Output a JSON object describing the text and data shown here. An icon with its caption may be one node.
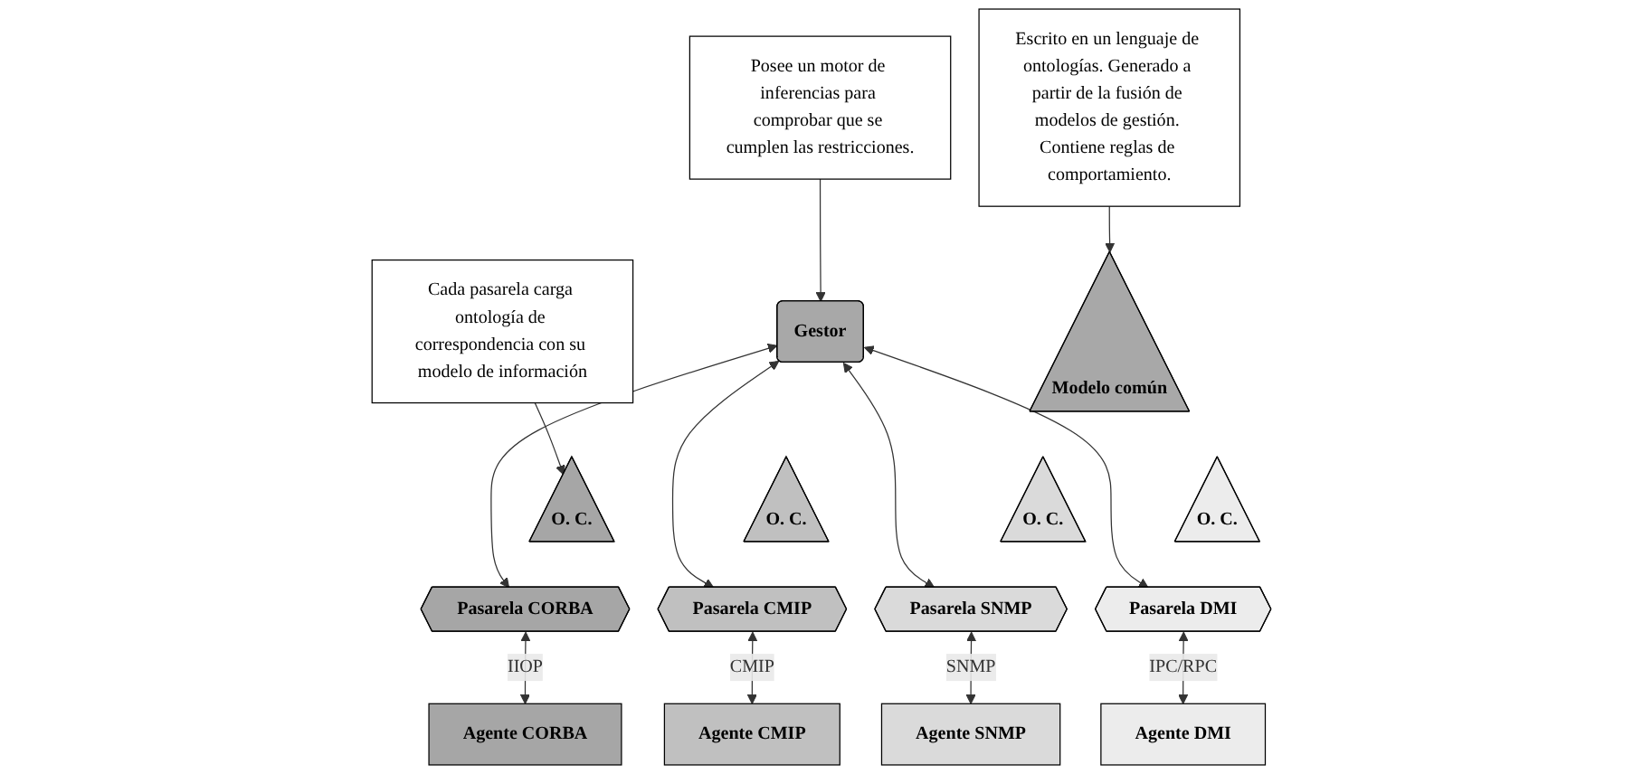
{
  "diagram": {
    "nodes": [
      {
        "text": [
          "Cada pasarela carga ontología de correspondencia con su modelo de información"
        ]
      },
      {
        "text": [
          "Posee un motor de inferencias para comprobar que se cumplen las restricciones."
        ]
      },
      {
        "text": [
          "Gestor"
        ]
      },
      {
        "text": [
          "Modelo común"
        ]
      },
      {
        "text": [
          "Escrito en un lenguaje de ontologías. Generado a partir de la fusión de modelos de gestión. Contiene reglas de comportamiento."
        ]
      },
      {
        "text": [
          "O. C."
        ]
      },
      {
        "text": [
          "Pasarela CORBA"
        ]
      },
      {
        "text": [
          "Agente CORBA"
        ]
      },
      {
        "text": [
          "O. C."
        ]
      },
      {
        "text": [
          "Pasarela CMIP"
        ]
      },
      {
        "text": [
          "Agente CMIP"
        ]
      },
      {
        "text": [
          "O. C."
        ]
      },
      {
        "text": [
          "Pasarela SNMP"
        ]
      },
      {
        "text": [
          "Agente SNMP"
        ]
      },
      {
        "text": [
          "O. C."
        ]
      },
      {
        "text": [
          "Pasarela DMI"
        ]
      },
      {
        "text": [
          "Agente DMI"
        ]
      }
    ],
    "edges": [
      {
        "from": 1,
        "to": 2,
        "arrow": "to"
      },
      {
        "from": 4,
        "to": 3,
        "arrow": "to"
      },
      {
        "from": 0,
        "to": 5,
        "arrow": "to"
      },
      {
        "from": 2,
        "to": 6,
        "arrow": "both"
      },
      {
        "from": 2,
        "to": 9,
        "arrow": "both"
      },
      {
        "from": 2,
        "to": 12,
        "arrow": "both"
      },
      {
        "from": 2,
        "to": 15,
        "arrow": "both"
      },
      {
        "from": 6,
        "to": 7,
        "label": "IIOP",
        "arrow": "both"
      },
      {
        "from": 9,
        "to": 10,
        "label": "CMIP",
        "arrow": "both"
      },
      {
        "from": 12,
        "to": 13,
        "label": "SNMP",
        "arrow": "both"
      },
      {
        "from": 15,
        "to": 16,
        "label": "IPC/RPC",
        "arrow": "both"
      }
    ]
  }
}
